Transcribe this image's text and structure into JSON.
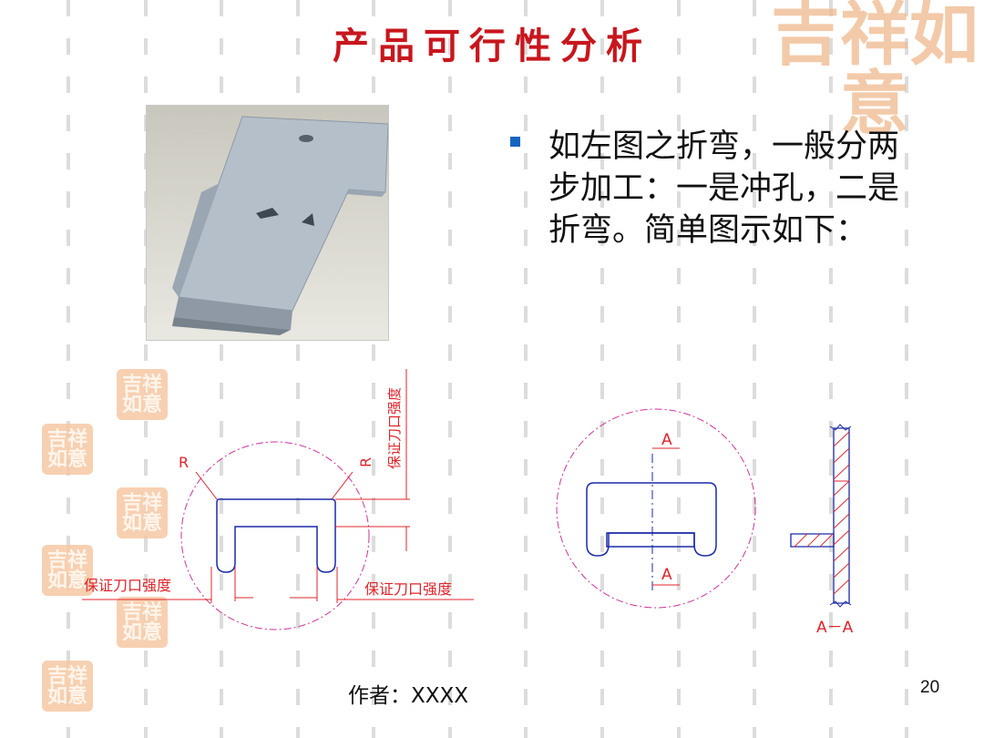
{
  "slide": {
    "title": "产品可行性分析",
    "bullet_text": "如左图之折弯，一般分两步加工：一是冲孔，二是折弯。简单图示如下：",
    "author": "作者：XXXX",
    "page_number": "20"
  },
  "watermark": {
    "text_large": "吉祥如意",
    "text_small": "吉祥如意"
  },
  "drawing_left": {
    "radius_label_left": "R",
    "radius_label_right": "R",
    "strength_note_vertical": "保证刀口强度",
    "strength_note_left": "保证刀口强度",
    "strength_note_right": "保证刀口强度"
  },
  "drawing_right": {
    "section_mark_top": "A",
    "section_mark_bottom": "A",
    "section_caption": "A－A"
  },
  "colors": {
    "title_red": "#c8161d",
    "annotation_red": "#e0242b",
    "outline_blue": "#1a2aa8",
    "circle_magenta": "#cc3399",
    "bullet_blue": "#1565c0",
    "watermark_orange": "#f0b98d"
  }
}
